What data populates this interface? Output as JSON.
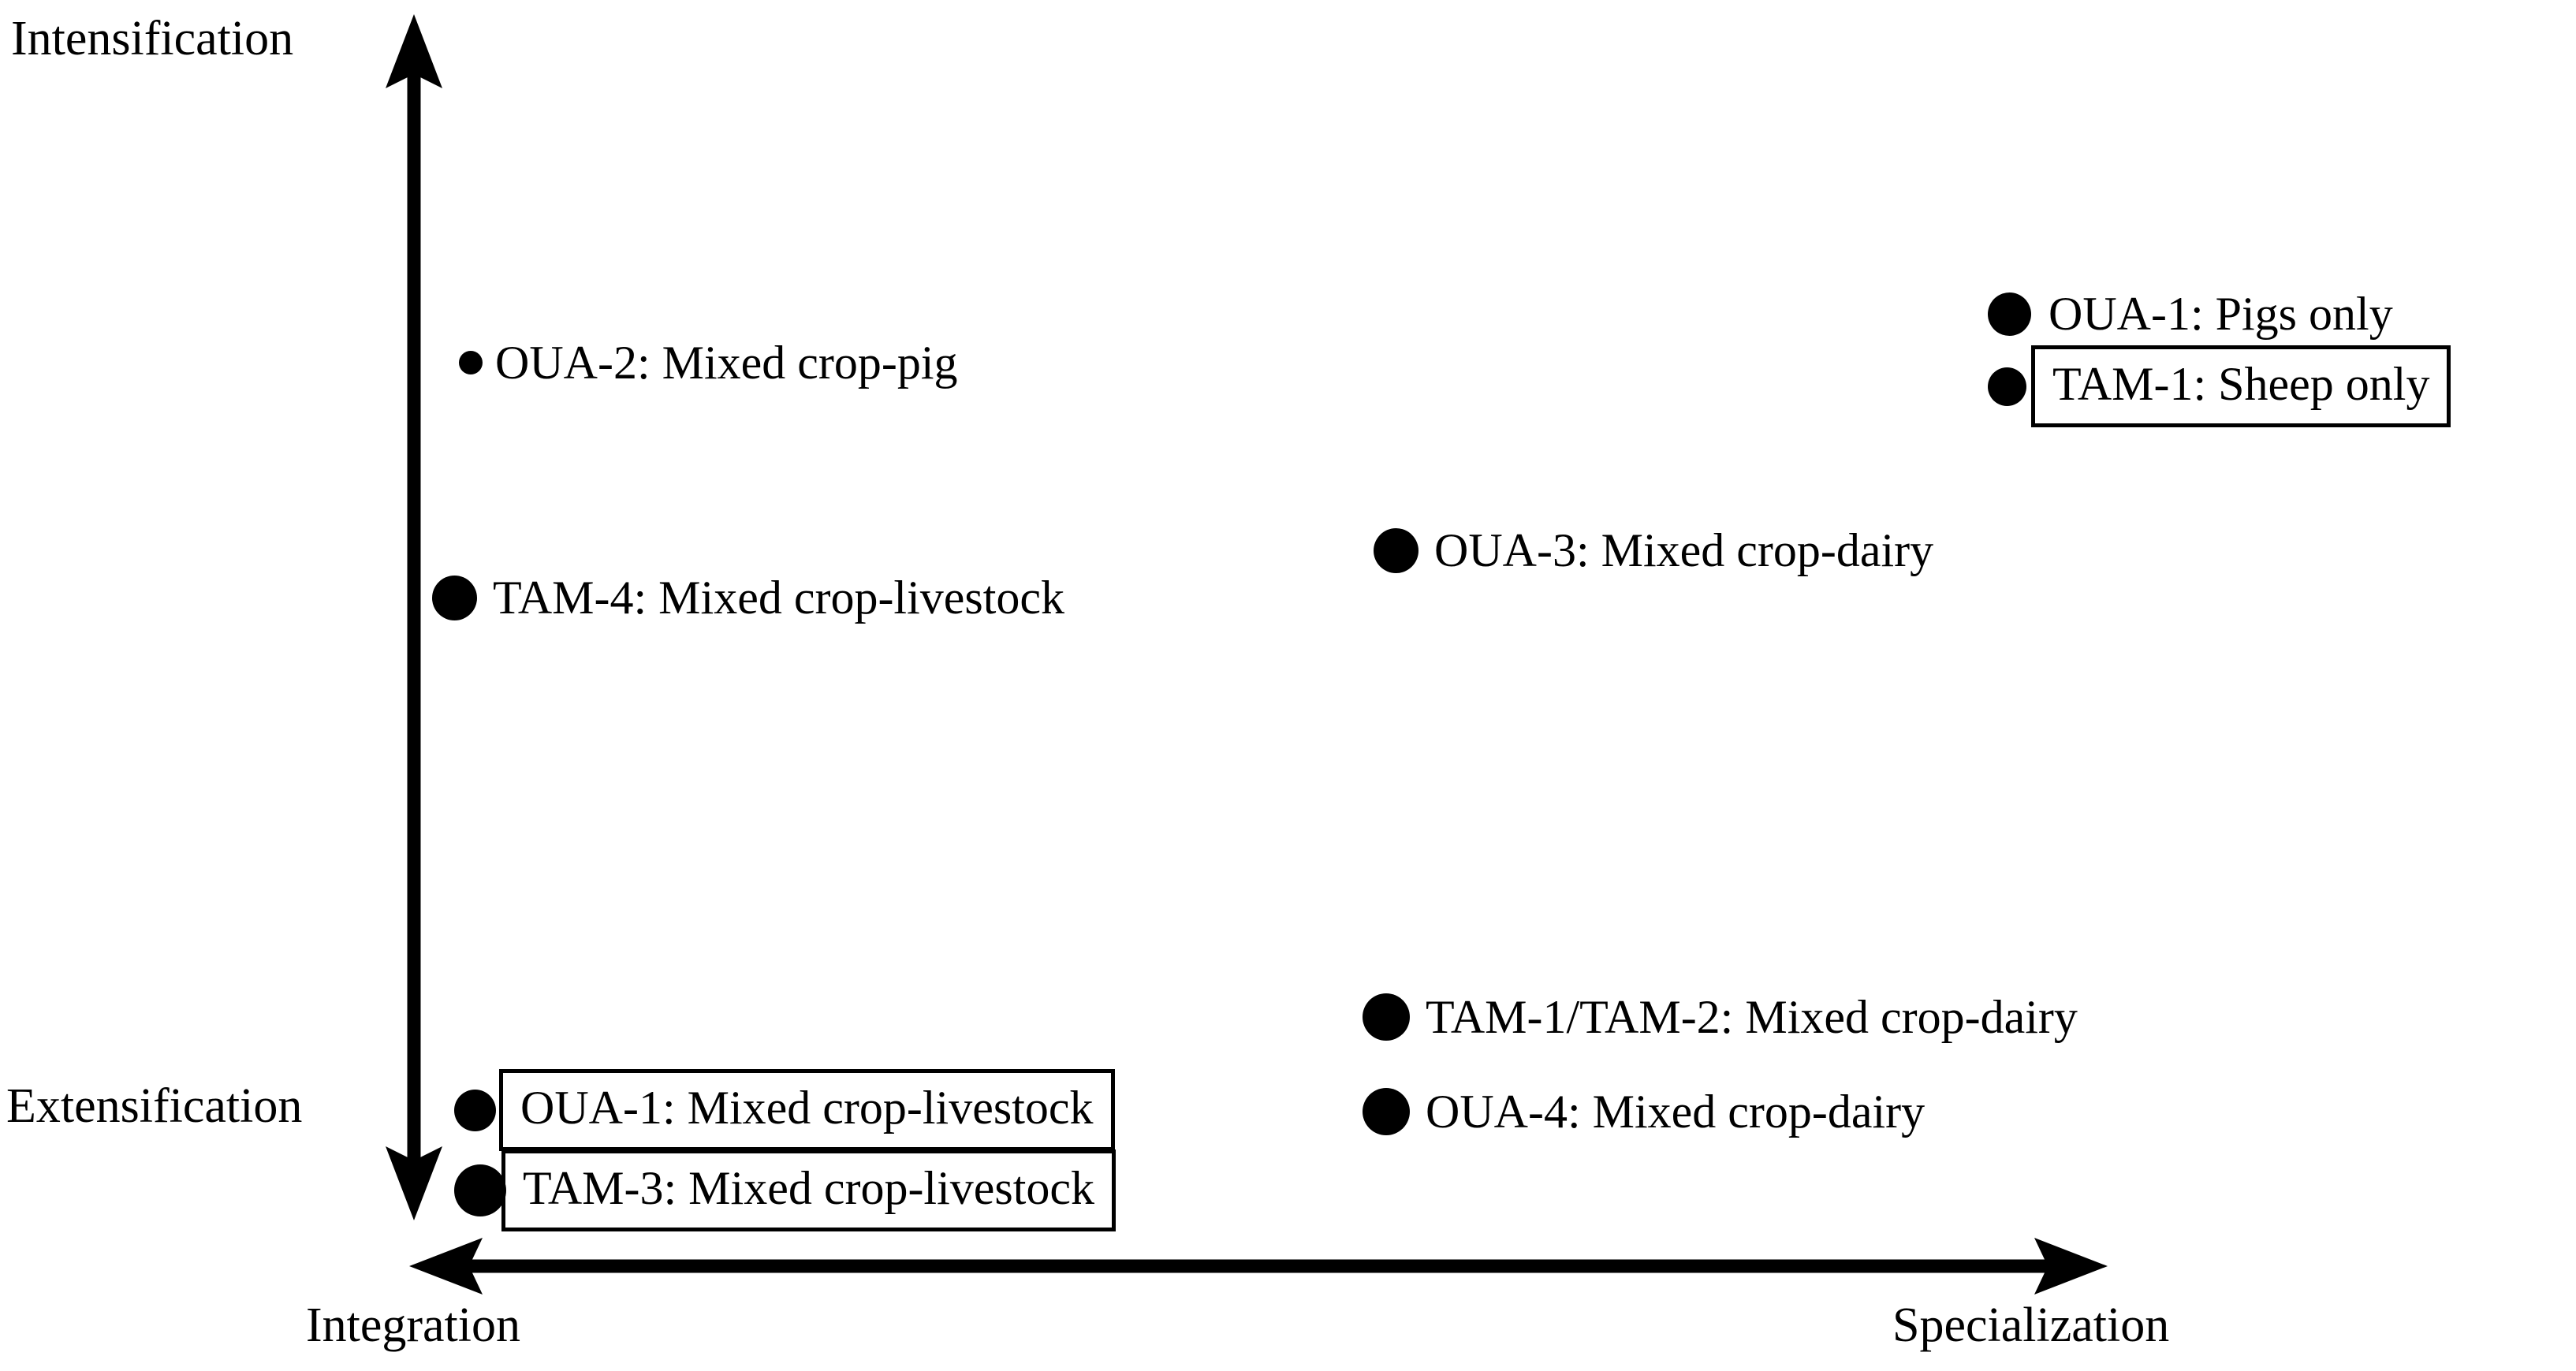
{
  "figure": {
    "type": "scatter-quadrant-diagram",
    "axes": {
      "y_top_label": "Intensification",
      "y_bottom_label": "Extensification",
      "x_left_label": "Integration",
      "x_right_label": "Specialization",
      "y_arrow": "double-headed-vertical",
      "x_arrow": "double-headed-horizontal",
      "color": "#000000"
    },
    "points": [
      {
        "id": "oua-2",
        "label": "OUA-2: Mixed crop-pig",
        "marker": "filled-circle",
        "marker_size": "small",
        "boxed": false,
        "x_position": "integration",
        "y_position": "high-intensification"
      },
      {
        "id": "tam-4",
        "label": "TAM-4: Mixed crop-livestock",
        "marker": "filled-circle",
        "marker_size": "medium",
        "boxed": false,
        "x_position": "integration",
        "y_position": "mid-high-intensification"
      },
      {
        "id": "oua-3",
        "label": "OUA-3: Mixed crop-dairy",
        "marker": "filled-circle",
        "marker_size": "medium",
        "boxed": false,
        "x_position": "mid",
        "y_position": "mid-high-intensification"
      },
      {
        "id": "oua-1-pigs",
        "label": "OUA-1: Pigs only",
        "marker": "filled-circle",
        "marker_size": "medium",
        "boxed": false,
        "x_position": "specialization",
        "y_position": "high-intensification"
      },
      {
        "id": "tam-1-sheep",
        "label": "TAM-1: Sheep only",
        "marker": "filled-circle",
        "marker_size": "medium",
        "boxed": true,
        "x_position": "specialization",
        "y_position": "high-intensification"
      },
      {
        "id": "tam-1-tam-2",
        "label": "TAM-1/TAM-2: Mixed crop-dairy",
        "marker": "filled-circle",
        "marker_size": "medium",
        "boxed": false,
        "x_position": "mid",
        "y_position": "low-extensification"
      },
      {
        "id": "oua-4",
        "label": "OUA-4: Mixed crop-dairy",
        "marker": "filled-circle",
        "marker_size": "medium",
        "boxed": false,
        "x_position": "mid",
        "y_position": "low-extensification"
      },
      {
        "id": "oua-1-mixed",
        "label": "OUA-1: Mixed crop-livestock",
        "marker": "filled-circle",
        "marker_size": "medium",
        "boxed": true,
        "x_position": "integration",
        "y_position": "extensification"
      },
      {
        "id": "tam-3-mixed",
        "label": "TAM-3: Mixed crop-livestock",
        "marker": "filled-circle",
        "marker_size": "large",
        "boxed": true,
        "x_position": "integration",
        "y_position": "extensification"
      }
    ]
  },
  "chart_data": {
    "type": "scatter",
    "title": "",
    "xlabel": "Integration ↔ Specialization",
    "ylabel": "Extensification ↔ Intensification",
    "grid": false,
    "legend": "none",
    "xlim": [
      0,
      100
    ],
    "ylim": [
      0,
      100
    ],
    "x_axis_left_tick": "Integration",
    "x_axis_right_tick": "Specialization",
    "y_axis_top_tick": "Intensification",
    "y_axis_bottom_tick": "Extensification",
    "annotations": [
      "OUA-2: Mixed crop-pig",
      "TAM-4: Mixed crop-livestock",
      "OUA-3: Mixed crop-dairy",
      "OUA-1: Pigs only",
      "TAM-1: Sheep only",
      "TAM-1/TAM-2: Mixed crop-dairy",
      "OUA-4: Mixed crop-dairy",
      "OUA-1: Mixed crop-livestock",
      "TAM-3: Mixed crop-livestock"
    ],
    "points": [
      {
        "label": "OUA-2: Mixed crop-pig",
        "x": 3,
        "y": 81
      },
      {
        "label": "TAM-4: Mixed crop-livestock",
        "x": 2,
        "y": 63
      },
      {
        "label": "OUA-3: Mixed crop-dairy",
        "x": 46,
        "y": 67
      },
      {
        "label": "OUA-1: Pigs only",
        "x": 75,
        "y": 86
      },
      {
        "label": "TAM-1: Sheep only",
        "x": 75,
        "y": 81
      },
      {
        "label": "TAM-1/TAM-2: Mixed crop-dairy",
        "x": 45,
        "y": 19
      },
      {
        "label": "OUA-4: Mixed crop-dairy",
        "x": 45,
        "y": 12
      },
      {
        "label": "OUA-1: Mixed crop-livestock",
        "x": 3,
        "y": 11
      },
      {
        "label": "TAM-3: Mixed crop-livestock",
        "x": 3,
        "y": 4
      }
    ]
  }
}
